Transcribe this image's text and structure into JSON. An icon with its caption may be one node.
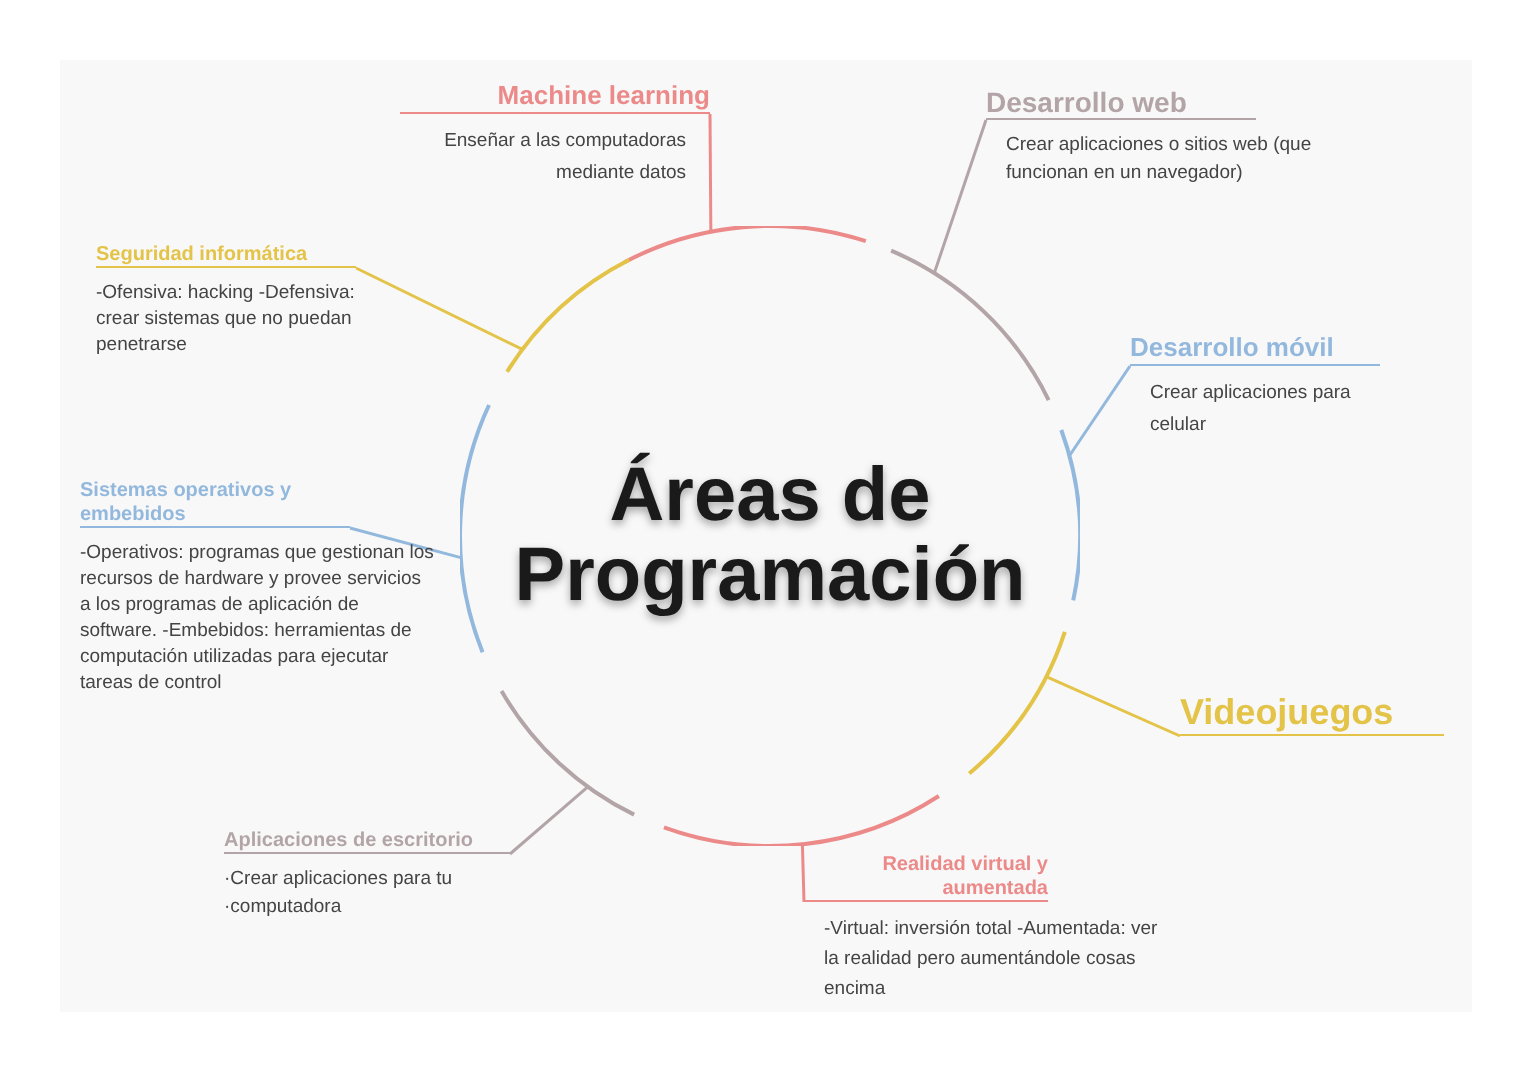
{
  "diagram": {
    "nodes": [
      {
        "text": [
          "Áreas de Programación"
        ]
      },
      {
        "text": [
          "Machine learning",
          "Enseñar a las computadoras mediante datos"
        ]
      },
      {
        "text": [
          "Desarrollo web",
          "Crear aplicaciones o sitios web (que funcionan en un navegador)"
        ]
      },
      {
        "text": [
          "Desarrollo móvil",
          "Crear aplicaciones para celular"
        ]
      },
      {
        "text": [
          "Videojuegos"
        ]
      },
      {
        "text": [
          "Realidad virtual y aumentada",
          "-Virtual: inversión total -Aumentada: ver la realidad pero aumentándole cosas encima"
        ]
      },
      {
        "text": [
          "Aplicaciones de escritorio",
          "·Crear aplicaciones para tu ·computadora"
        ]
      },
      {
        "text": [
          "Sistemas operativos y embebidos",
          "-Operativos: programas que gestionan los recursos de hardware y provee servicios a los programas de aplicación de software. -Embebidos: herramientas de computación utilizadas para ejecutar tareas de control"
        ]
      },
      {
        "text": [
          "Seguridad informática",
          "-Ofensiva: hacking -Defensiva: crear sistemas que no puedan penetrarse"
        ]
      }
    ],
    "edges": [
      {
        "from": 0,
        "to": 1,
        "arrow": "none",
        "color": "#ec8a8a"
      },
      {
        "from": 0,
        "to": 2,
        "arrow": "none",
        "color": "#b3a5a7"
      },
      {
        "from": 0,
        "to": 3,
        "arrow": "none",
        "color": "#93b8dd"
      },
      {
        "from": 0,
        "to": 4,
        "arrow": "none",
        "color": "#e3c348"
      },
      {
        "from": 0,
        "to": 5,
        "arrow": "none",
        "color": "#ec8a8a"
      },
      {
        "from": 0,
        "to": 6,
        "arrow": "none",
        "color": "#b3a5a7"
      },
      {
        "from": 0,
        "to": 7,
        "arrow": "none",
        "color": "#93b8dd"
      },
      {
        "from": 0,
        "to": 8,
        "arrow": "none",
        "color": "#e3c348"
      }
    ]
  }
}
